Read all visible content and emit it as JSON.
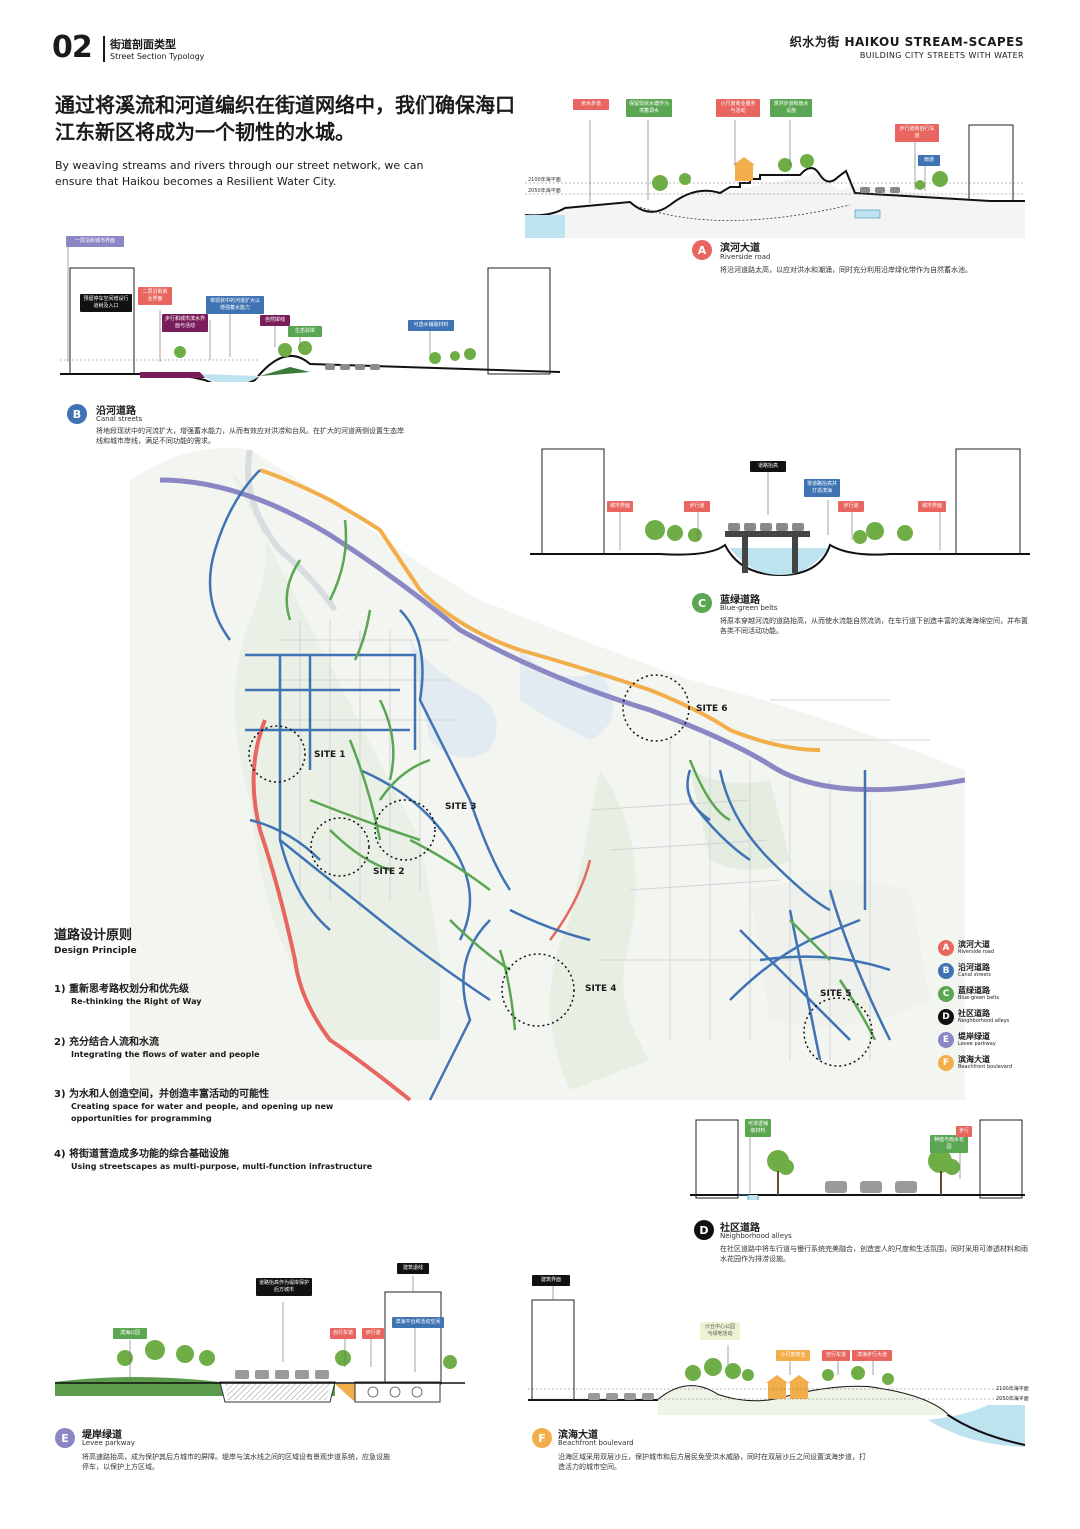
{
  "header": {
    "page_number": "02",
    "section_zh": "街道剖面类型",
    "section_en": "Street Section Typology",
    "title": "织水为街 HAIKOU STREAM-SCAPES",
    "subtitle": "BUILDING CITY STREETS WITH WATER"
  },
  "intro": {
    "zh": "通过将溪流和河道编织在街道网络中，我们确保海口江东新区将成为一个韧性的水城。",
    "en": "By weaving streams and rivers through our street network, we can ensure that Haikou becomes a Resilient Water City."
  },
  "sections": {
    "A": {
      "letter": "A",
      "color": "#e8665f",
      "title_zh": "滨河大道",
      "title_en": "Riverside road",
      "desc": "将沿河道路太高，以应对洪水和潮涌，同时充分利用沿岸绿化带作为自然蓄水池。",
      "tags": [
        "亲水步道",
        "保留现状水塘作为滞蓄调水",
        "小尺度商业服务与活动",
        "滞洪步道和雨水设施",
        "步行道和自行车道",
        "雨道"
      ],
      "levels": [
        "2100年海平面",
        "2050年海平面"
      ]
    },
    "B": {
      "letter": "B",
      "color": "#3f73b4",
      "title_zh": "沿河道路",
      "title_en": "Canal streets",
      "desc": "将地段现状中的河流扩大，增强蓄水能力，从而有效应对洪涝和台风。在扩大的河道两侧设置生态岸线和城市岸线，满足不同功能的需求。",
      "tags": [
        "一层沿街城市界面",
        "预留停车空间增设行道树及入口",
        "二层沿街商业界面",
        "步行和城市滨水界面与活动",
        "将现状中的河道扩大以增强蓄水能力",
        "自然岸线",
        "生态驳岸",
        "可透水铺装材料"
      ]
    },
    "C": {
      "letter": "C",
      "color": "#5aa652",
      "title_zh": "蓝绿道路",
      "title_en": "Blue-green belts",
      "desc": "将原本穿越河流的道路抬高，从而使水流能自然流淌，在车行道下创造丰富的滨海海绵空间，并布置各类不同活动功能。",
      "tags": [
        "城市界面",
        "步行道",
        "道路抬高",
        "将道路抬高并打造滨海",
        "步行道",
        "城市界面"
      ]
    },
    "D": {
      "letter": "D",
      "color": "#111111",
      "title_zh": "社区道路",
      "title_en": "Neighborhood alleys",
      "desc": "在社区道路中将车行道与慢行系统完美融合，创造宜人的尺度和生活氛围，同时采用可渗透材料和雨水花园作为排涝设施。",
      "tags": [
        "可渗透铺装材料",
        "种植与雨水花园",
        "步行"
      ]
    },
    "E": {
      "letter": "E",
      "color": "#8b87c4",
      "title_zh": "堤岸绿道",
      "title_en": "Levee parkway",
      "desc": "将高速路抬高，成为保护其后方城市的屏障。堤岸与滨水线之间的区域设有景观步道系统，应急设施停车，以保护上方区域。",
      "tags": [
        "滨海公园",
        "道路抬高作为堤岸保护后方城市",
        "滨海平台和活动空间",
        "自行车道",
        "步行道",
        "建筑退线"
      ]
    },
    "F": {
      "letter": "F",
      "color": "#f2ae4a",
      "title_zh": "滨海大道",
      "title_en": "Beachfront boulevard",
      "desc": "沿海区域采用双层沙丘，保护城市和后方居民免受洪水威胁，同时在双层沙丘之间设置滨海步道，打造活力的城市空间。",
      "tags": [
        "建筑界面",
        "沙丘中心公园与绿地活动",
        "小尺度商业",
        "自行车道",
        "滨海步行大道"
      ],
      "levels": [
        "2100年海平面",
        "2050年海平面"
      ]
    }
  },
  "map": {
    "sites": [
      "SITE 1",
      "SITE 2",
      "SITE 3",
      "SITE 4",
      "SITE 5",
      "SITE 6"
    ]
  },
  "legend": [
    {
      "letter": "A",
      "zh": "滨河大道",
      "en": "Riverside road",
      "color": "#e8665f"
    },
    {
      "letter": "B",
      "zh": "沿河道路",
      "en": "Canal streets",
      "color": "#3f73b4"
    },
    {
      "letter": "C",
      "zh": "蓝绿道路",
      "en": "Blue-green belts",
      "color": "#5aa652"
    },
    {
      "letter": "D",
      "zh": "社区道路",
      "en": "Neighborhood alleys",
      "color": "#111111"
    },
    {
      "letter": "E",
      "zh": "堤岸绿道",
      "en": "Levee parkway",
      "color": "#8b87c4"
    },
    {
      "letter": "F",
      "zh": "滨海大道",
      "en": "Beachfront boulevard",
      "color": "#f2ae4a"
    }
  ],
  "principles": {
    "title": "道路设计原则",
    "subtitle": "Design Principle",
    "items": [
      {
        "zh": "1) 重新思考路权划分和优先级",
        "en": "Re-thinking the Right of Way"
      },
      {
        "zh": "2) 充分结合人流和水流",
        "en": "Integrating the flows of water and people"
      },
      {
        "zh": "3) 为水和人创造空间，并创造丰富活动的可能性",
        "en": "Creating space for water and people, and opening up new opportunities for programming"
      },
      {
        "zh": "4) 将街道营造成多功能的综合基础设施",
        "en": "Using streetscapes as multi-purpose, multi-function infrastructure"
      }
    ]
  }
}
